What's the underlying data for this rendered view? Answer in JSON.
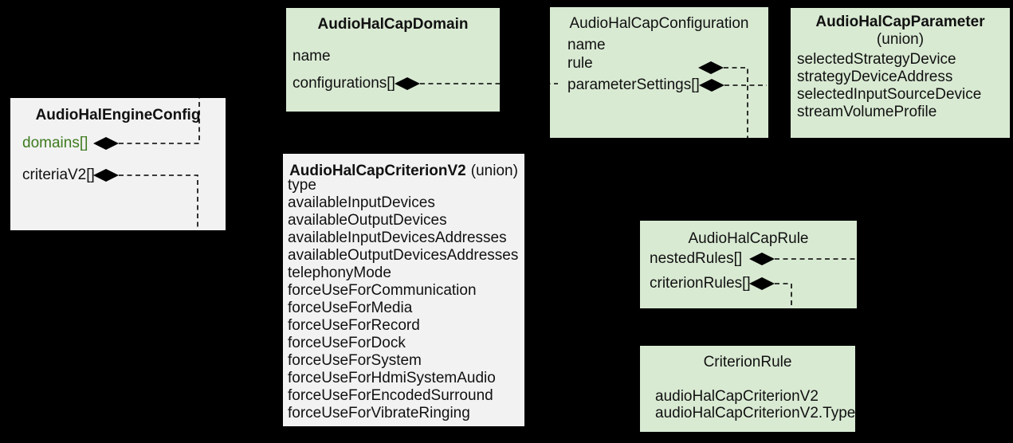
{
  "diagram": {
    "type": "class-composition-diagram",
    "background_color": "#000000",
    "colors": {
      "green_box_fill": "#d9ead3",
      "gray_box_fill": "#f2f2f2",
      "text": "#111111",
      "domains_field_text": "#3e7b20",
      "connector_line": "#000000"
    },
    "icons": {
      "composition_diamond": "◆"
    }
  },
  "boxes": {
    "engine": {
      "title": "AudioHalEngineConfig",
      "fields": [
        "domains[]",
        "criteriaV2[]"
      ]
    },
    "domain": {
      "title": "AudioHalCapDomain",
      "fields": [
        "name",
        "configurations[]"
      ]
    },
    "configuration": {
      "title": "AudioHalCapConfiguration",
      "fields": [
        "name",
        "rule",
        "parameterSettings[]"
      ]
    },
    "parameter": {
      "title": "AudioHalCapParameter",
      "subtitle": "(union)",
      "fields": [
        "selectedStrategyDevice",
        "strategyDeviceAddress",
        "selectedInputSourceDevice",
        "streamVolumeProfile"
      ]
    },
    "criterionV2": {
      "title": "AudioHalCapCriterionV2",
      "subtitle": "(union)",
      "fields": [
        "type",
        "availableInputDevices",
        "availableOutputDevices",
        "availableInputDevicesAddresses",
        "availableOutputDevicesAddresses",
        "telephonyMode",
        "forceUseForCommunication",
        "forceUseForMedia",
        "forceUseForRecord",
        "forceUseForDock",
        "forceUseForSystem",
        "forceUseForHdmiSystemAudio",
        "forceUseForEncodedSurround",
        "forceUseForVibrateRinging"
      ]
    },
    "rule": {
      "title": "AudioHalCapRule",
      "fields": [
        "nestedRules[]",
        "criterionRules[]"
      ]
    },
    "criterionRule": {
      "title": "CriterionRule",
      "fields": [
        "audioHalCapCriterionV2",
        "audioHalCapCriterionV2.Type"
      ]
    }
  }
}
